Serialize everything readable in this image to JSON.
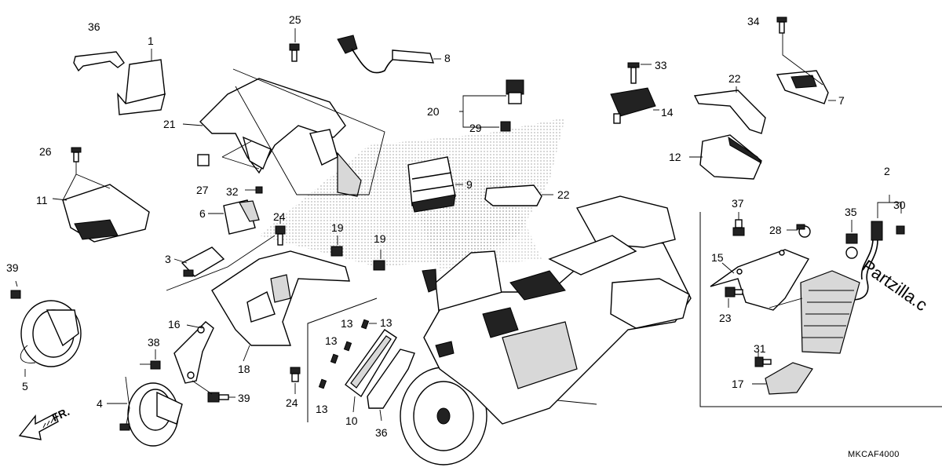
{
  "diagram": {
    "drawing_code": "MKCAF4000",
    "direction_label": "FR.",
    "watermark": "Partzilla.c"
  },
  "callouts": [
    {
      "id": "l1",
      "text": "1"
    },
    {
      "id": "l2",
      "text": "2"
    },
    {
      "id": "l3",
      "text": "3"
    },
    {
      "id": "l4",
      "text": "4"
    },
    {
      "id": "l5",
      "text": "5"
    },
    {
      "id": "l6",
      "text": "6"
    },
    {
      "id": "l7",
      "text": "7"
    },
    {
      "id": "l8",
      "text": "8"
    },
    {
      "id": "l9",
      "text": "9"
    },
    {
      "id": "l10",
      "text": "10"
    },
    {
      "id": "l11",
      "text": "11"
    },
    {
      "id": "l12",
      "text": "12"
    },
    {
      "id": "l13a",
      "text": "13"
    },
    {
      "id": "l13b",
      "text": "13"
    },
    {
      "id": "l13c",
      "text": "13"
    },
    {
      "id": "l13d",
      "text": "13"
    },
    {
      "id": "l14",
      "text": "14"
    },
    {
      "id": "l15",
      "text": "15"
    },
    {
      "id": "l16",
      "text": "16"
    },
    {
      "id": "l17",
      "text": "17"
    },
    {
      "id": "l18",
      "text": "18"
    },
    {
      "id": "l19a",
      "text": "19"
    },
    {
      "id": "l19b",
      "text": "19"
    },
    {
      "id": "l20",
      "text": "20"
    },
    {
      "id": "l21",
      "text": "21"
    },
    {
      "id": "l22a",
      "text": "22"
    },
    {
      "id": "l22b",
      "text": "22"
    },
    {
      "id": "l23",
      "text": "23"
    },
    {
      "id": "l24a",
      "text": "24"
    },
    {
      "id": "l24b",
      "text": "24"
    },
    {
      "id": "l25",
      "text": "25"
    },
    {
      "id": "l26",
      "text": "26"
    },
    {
      "id": "l27",
      "text": "27"
    },
    {
      "id": "l28",
      "text": "28"
    },
    {
      "id": "l29",
      "text": "29"
    },
    {
      "id": "l30",
      "text": "30"
    },
    {
      "id": "l31",
      "text": "31"
    },
    {
      "id": "l32",
      "text": "32"
    },
    {
      "id": "l33",
      "text": "33"
    },
    {
      "id": "l34",
      "text": "34"
    },
    {
      "id": "l35",
      "text": "35"
    },
    {
      "id": "l36a",
      "text": "36"
    },
    {
      "id": "l36b",
      "text": "36"
    },
    {
      "id": "l37",
      "text": "37"
    },
    {
      "id": "l38",
      "text": "38"
    },
    {
      "id": "l39a",
      "text": "39"
    },
    {
      "id": "l39b",
      "text": "39"
    }
  ]
}
